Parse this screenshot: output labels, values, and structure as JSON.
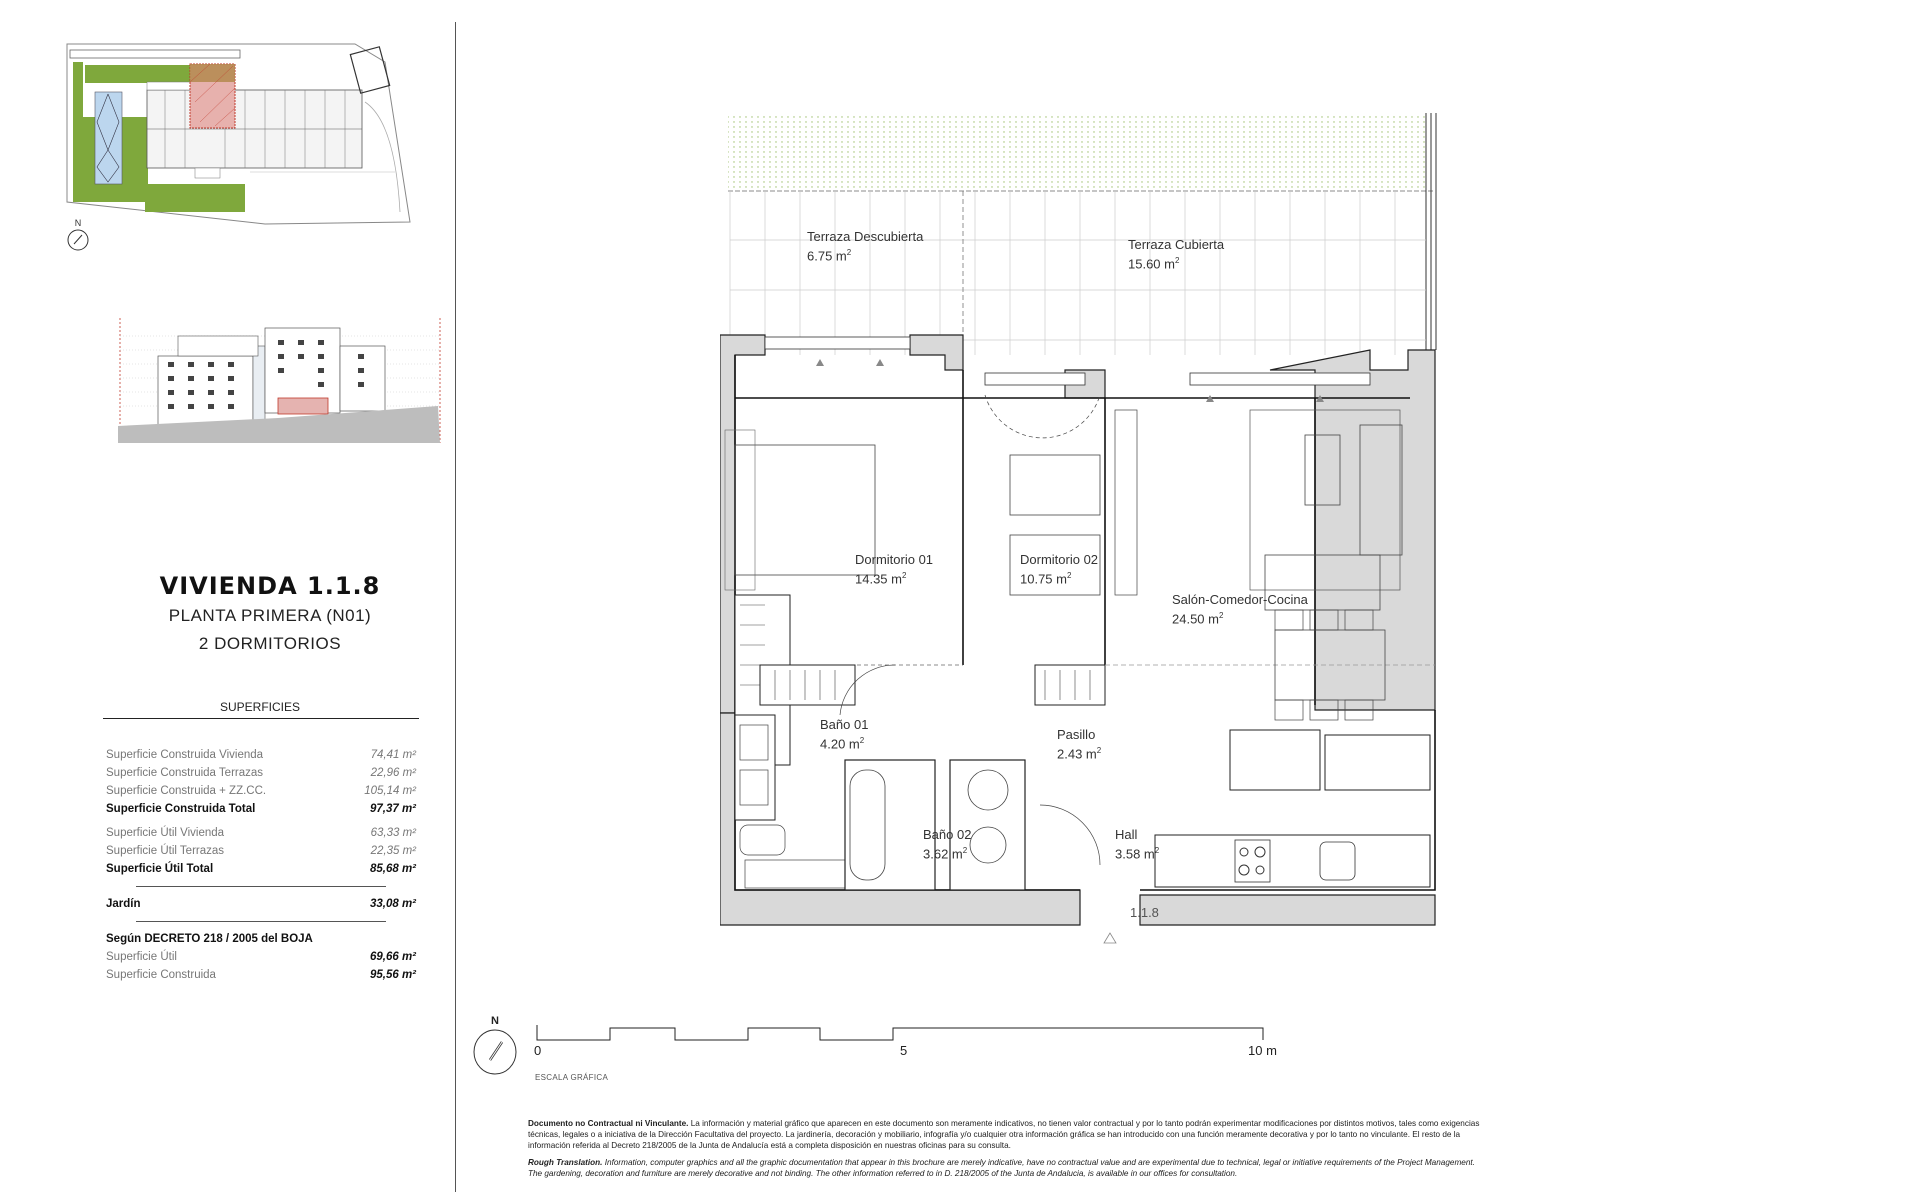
{
  "unit": {
    "title": "VIVIENDA 1.1.8",
    "floor": "PLANTA PRIMERA (N01)",
    "bedrooms": "2 DORMITORIOS"
  },
  "surfaces": {
    "heading": "SUPERFICIES",
    "rows": [
      {
        "label": "Superficie Construida Vivienda",
        "value": "74,41 m²",
        "bold": false
      },
      {
        "label": "Superficie Construida Terrazas",
        "value": "22,96 m²",
        "bold": false
      },
      {
        "label": "Superficie Construida + ZZ.CC.",
        "value": "105,14 m²",
        "bold": false
      },
      {
        "label": "Superficie Construida Total",
        "value": "97,37 m²",
        "bold": true
      },
      {
        "label": "Superficie Útil Vivienda",
        "value": "63,33 m²",
        "bold": false
      },
      {
        "label": "Superficie Útil Terrazas",
        "value": "22,35 m²",
        "bold": false
      },
      {
        "label": "Superficie Útil Total",
        "value": "85,68 m²",
        "bold": true
      }
    ],
    "garden": {
      "label": "Jardín",
      "value": "33,08 m²"
    },
    "decree": {
      "heading": "Según DECRETO 218 / 2005 del BOJA",
      "rows": [
        {
          "label": "Superficie Útil",
          "value": "69,66 m²"
        },
        {
          "label": "Superficie Construida",
          "value": "95,56 m²"
        }
      ]
    }
  },
  "site_plan": {
    "north_label": "N",
    "highlight_color": "#c0392b",
    "garden_color": "#7fa83c",
    "pool_color": "#bcd6ee"
  },
  "elevation": {
    "highlight_color": "#c0392b"
  },
  "floor_plan": {
    "rooms": [
      {
        "name": "Terraza Descubierta",
        "area": "6.75 m",
        "sup": "2"
      },
      {
        "name": "Terraza Cubierta",
        "area": "15.60 m",
        "sup": "2"
      },
      {
        "name": "Dormitorio 01",
        "area": "14.35 m",
        "sup": "2"
      },
      {
        "name": "Dormitorio 02",
        "area": "10.75 m",
        "sup": "2"
      },
      {
        "name": "Salón-Comedor-Cocina",
        "area": "24.50 m",
        "sup": "2"
      },
      {
        "name": "Baño 01",
        "area": "4.20 m",
        "sup": "2"
      },
      {
        "name": "Pasillo",
        "area": "2.43 m",
        "sup": "2"
      },
      {
        "name": "Baño 02",
        "area": "3.62 m",
        "sup": "2"
      },
      {
        "name": "Hall",
        "area": "3.58 m",
        "sup": "2"
      }
    ],
    "entrance_label": "1.1.8",
    "wall_color": "#d9d9d9",
    "planter_color": "#9bbf6a"
  },
  "scale": {
    "north_label": "N",
    "ticks": [
      "0",
      "5",
      "10 m"
    ],
    "title": "ESCALA GRÁFICA"
  },
  "disclaimer": {
    "es_title": "Documento no Contractual ni Vinculante.",
    "es_text": "La información y material gráfico que aparecen en este documento son meramente indicativos, no tienen valor contractual y por lo tanto podrán experimentar modificaciones por distintos motivos, tales como exigencias técnicas, legales o a iniciativa de la Dirección Facultativa del proyecto. La jardinería, decoración y mobiliario, infografía y/o cualquier otra información gráfica se han introducido con una función meramente decorativa y por lo tanto no vinculante. El resto de la información referida al Decreto 218/2005 de la Junta de Andalucía está a completa disposición en nuestras oficinas para su consulta.",
    "en_title": "Rough Translation.",
    "en_text": "Information, computer graphics and all the graphic documentation that appear in this brochure are merely indicative, have no contractual value and are experimental due to technical, legal or initiative requirements of the Project Management. The gardening, decoration and furniture are merely decorative and not binding. The other information referred to in D. 218/2005 of the Junta de Andalucia, is available in our offices for consultation."
  }
}
